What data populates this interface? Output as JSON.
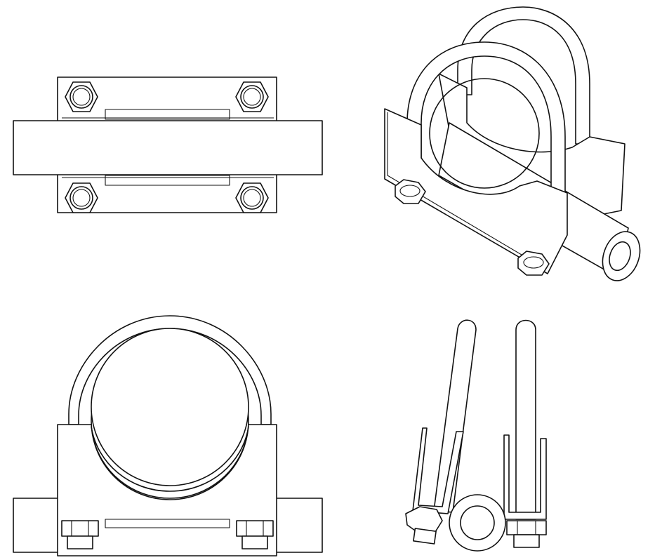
{
  "drawing": {
    "views": [
      {
        "id": "top-view"
      },
      {
        "id": "isometric-view"
      },
      {
        "id": "front-view"
      },
      {
        "id": "side-view"
      }
    ]
  }
}
